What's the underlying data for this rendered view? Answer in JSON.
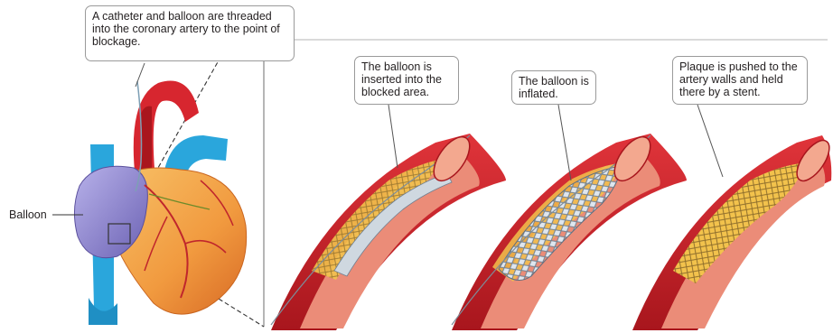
{
  "callouts": {
    "catheter": "A catheter and balloon are threaded into the coronary artery to the point of blockage.",
    "inserted": "The balloon is inserted into the blocked area.",
    "inflated": "The balloon is inflated.",
    "stent": "Plaque is pushed to the artery walls and held there by a stent."
  },
  "labels": {
    "balloon": "Balloon"
  },
  "colors": {
    "artery_outer": "#c8242b",
    "artery_dark": "#8c1419",
    "artery_inner": "#e47b6c",
    "plaque": "#f2c24c",
    "balloon_purple": "#9d96d6",
    "vein_blue": "#2aa6dc",
    "heart_orange": "#f4a24a",
    "stent_gray": "#b8c2cc"
  }
}
